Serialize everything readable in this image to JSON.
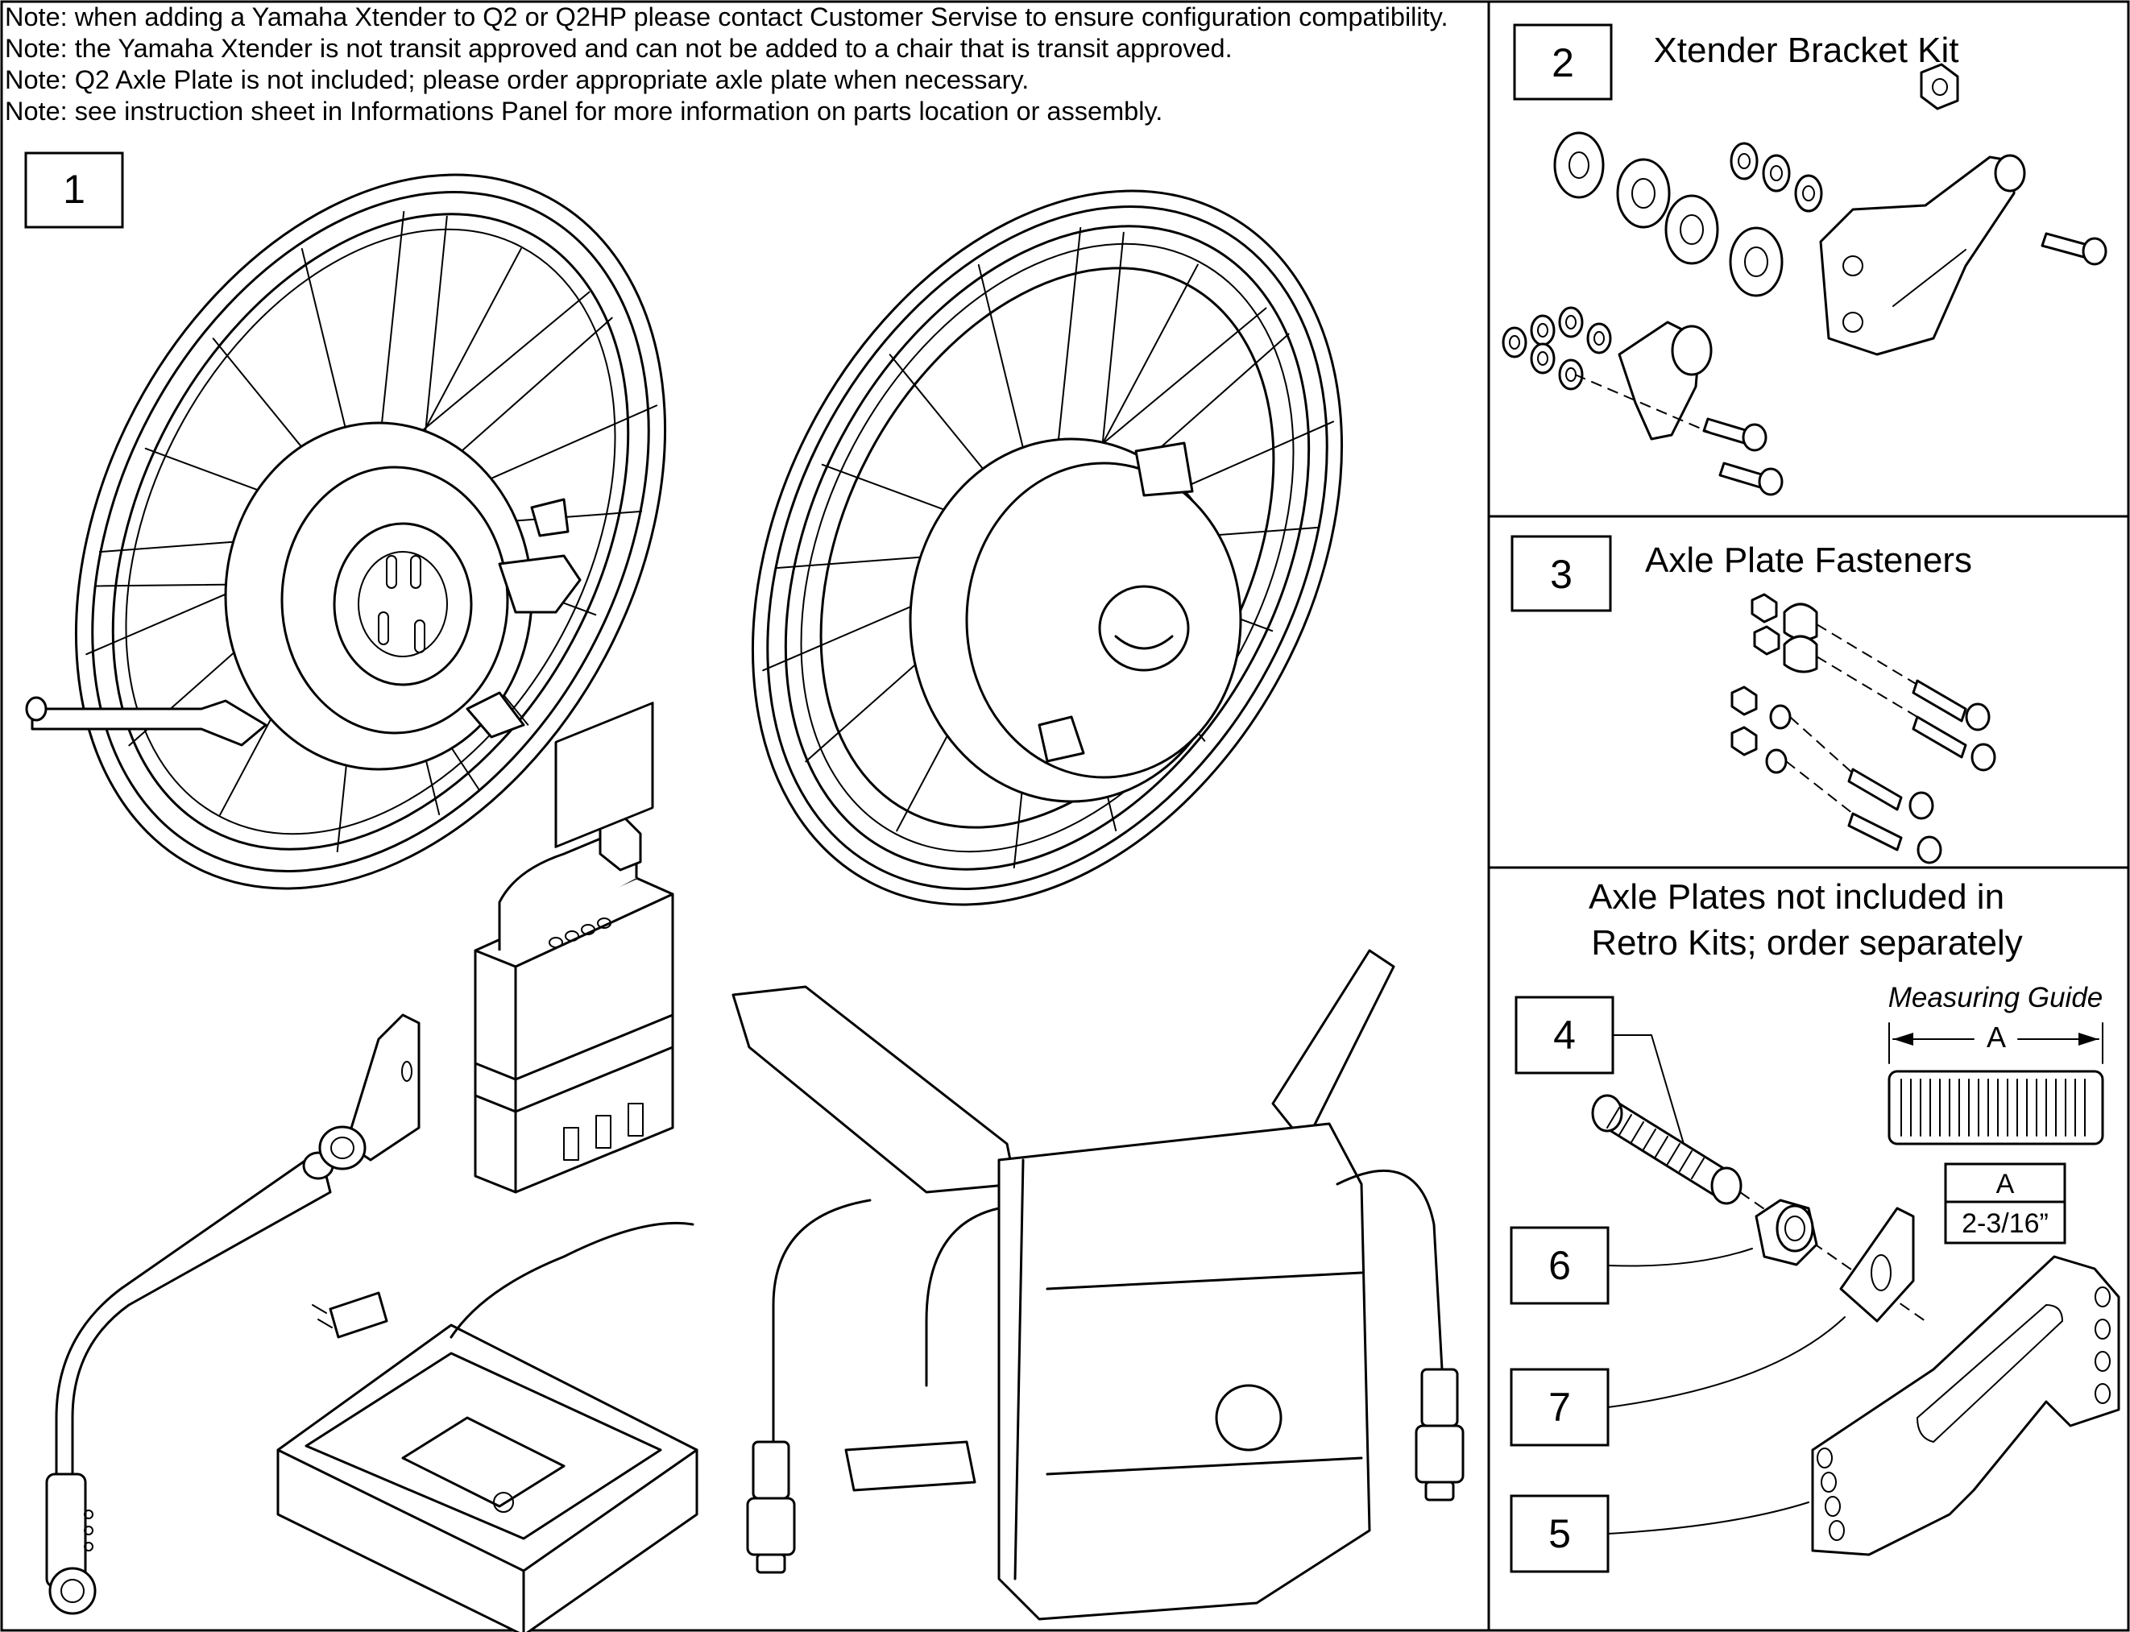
{
  "notes": [
    "Note: when adding a Yamaha Xtender to Q2 or Q2HP please contact Customer Servise to ensure configuration compatibility.",
    "Note: the Yamaha Xtender is not transit approved and can not be added to a chair that is transit approved.",
    "Note: Q2 Axle Plate is not included; please order appropriate axle plate when necessary.",
    "Note: see instruction sheet in Informations Panel for more information on parts location or assembly."
  ],
  "panels": {
    "main": {
      "callout": "1"
    },
    "bracket_kit": {
      "callout": "2",
      "title": "Xtender Bracket Kit"
    },
    "axle_fasteners": {
      "callout": "3",
      "title": "Axle Plate Fasteners"
    },
    "axle_plates": {
      "heading_line1": "Axle Plates not included in",
      "heading_line2": "Retro Kits; order separately",
      "guide_title": "Measuring Guide",
      "guide_dim_label": "A",
      "table_header": "A",
      "table_value": "2-3/16”",
      "callouts": [
        "4",
        "6",
        "7",
        "5"
      ]
    }
  }
}
